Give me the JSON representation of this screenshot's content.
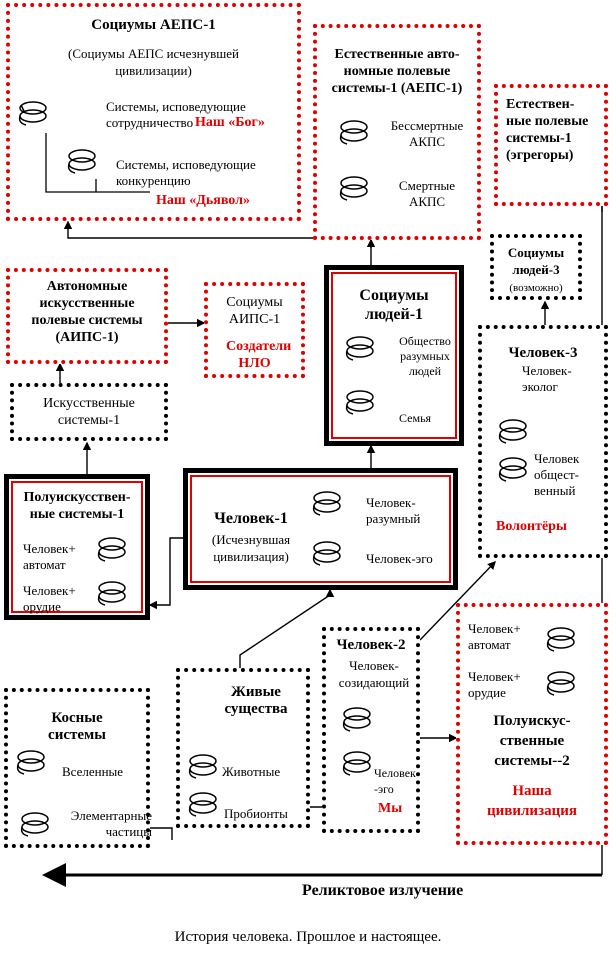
{
  "socium_aeps": {
    "title": "Социумы АЕПС-1",
    "subtitle": "(Социумы  АЕПС исчезнувшей цивилизации)",
    "coop": "Системы, исповедующие сотрудничество",
    "god": "Наш «Бог»",
    "compet": "Системы, исповедующие конкуренцию",
    "devil": "Наш «Дьявол»"
  },
  "natural_auto": {
    "title": "Естественные авто-номные полевые системы-1 (АЕПС-1)",
    "mortal_not": "Бессмертные АКПС",
    "mortal": "Смертные АКПС"
  },
  "egregors": {
    "title": "Естествен-ные полевые системы-1 (эгрегоры)"
  },
  "aips_auto": {
    "title": "Автономные искусственные полевые системы (АИПС-1)"
  },
  "aips_soc": {
    "title": "Социумы АИПС-1",
    "ufo": "Создатели НЛО"
  },
  "people_soc": {
    "title": "Социумы людей-1",
    "society": "Общество разумных людей",
    "family": "Семья"
  },
  "people3_soc": {
    "title": "Социумы людей-3",
    "note": "(возможно)"
  },
  "artificial": {
    "title": "Искусственные системы-1"
  },
  "man3": {
    "title": "Человек-3",
    "eco": "Человек-эколог",
    "social": "Человек общест-венный",
    "volunteers": "Волонтёры"
  },
  "semi1": {
    "title": "Полуискусствен-ные системы-1",
    "automat": "Человек+ автомат",
    "tool": "Человек+ орудие"
  },
  "man1": {
    "title": "Человек-1",
    "sub": "(Исчезнувшая цивилизация)",
    "sapiens": "Человек-разумный",
    "ego": "Человек-эго"
  },
  "inert": {
    "title": "Косные системы",
    "universes": "Вселенные",
    "particles": "Элементарные частицы"
  },
  "living": {
    "title": "Живые существа",
    "animals": "Животные",
    "probionts": "Пробионты"
  },
  "man2": {
    "title": "Человек-2",
    "creator": "Человек-созидающий",
    "ego": "Человек -эго",
    "we": "Мы"
  },
  "semi2": {
    "automat": "Человек+ автомат",
    "tool": "Человек+ орудие",
    "title": "Полуискус-ственные системы--2",
    "ours": "Наша цивилизация"
  },
  "relic": "Реликтовое  излучение",
  "caption": "История человека. Прошлое и настоящее.",
  "colors": {
    "red": "#e00000",
    "black": "#000000"
  }
}
